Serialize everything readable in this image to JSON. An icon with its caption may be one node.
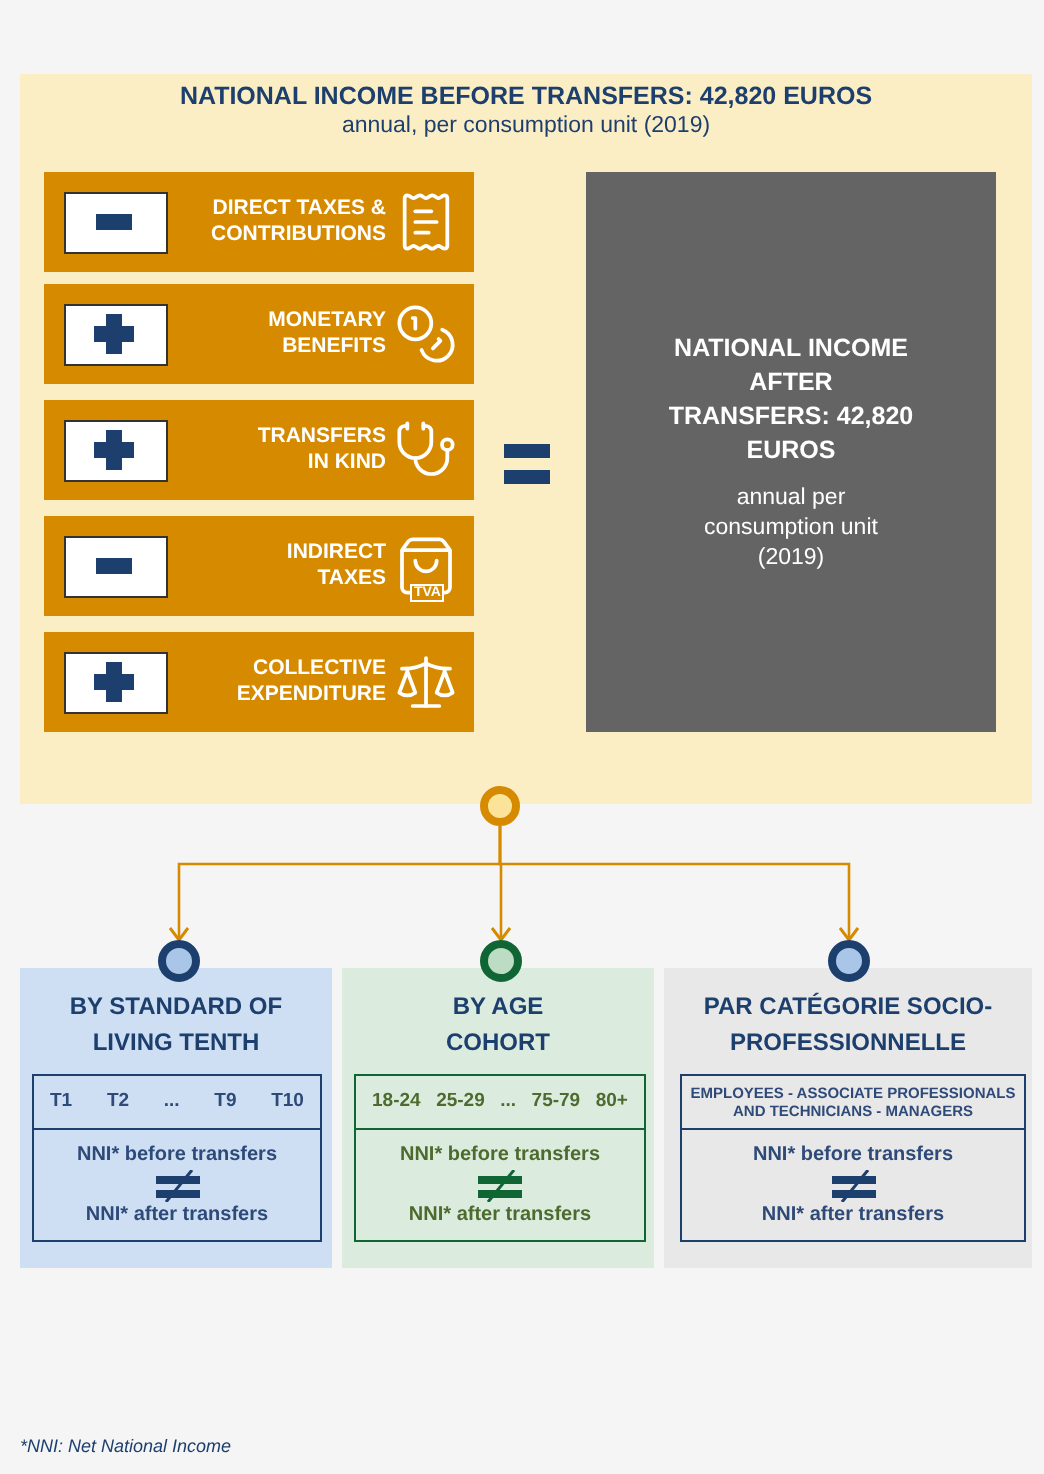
{
  "diagram": {
    "nodes": [
      {
        "text": [
          "NATIONAL INCOME BEFORE TRANSFERS: 42,820 EUROS",
          "annual, per consumption unit (2019)"
        ]
      },
      {
        "text": [
          "DIRECT TAXES & CONTRIBUTIONS"
        ],
        "in": 0
      },
      {
        "text": [
          "MONETARY BENEFITS"
        ],
        "in": 0
      },
      {
        "text": [
          "TRANSFERS IN KIND"
        ],
        "in": 0
      },
      {
        "text": [
          "INDIRECT TAXES"
        ],
        "in": 0
      },
      {
        "text": [
          "COLLECTIVE EXPENDITURE"
        ],
        "in": 0
      },
      {
        "text": [
          "NATIONAL INCOME AFTER TRANSFERS: 42,820 EUROS",
          "annual per consumption unit (2019)"
        ],
        "in": 0
      },
      {
        "text": [],
        "shape": "circle"
      },
      {
        "text": [],
        "shape": "circle"
      },
      {
        "text": [],
        "shape": "circle"
      },
      {
        "text": [],
        "shape": "circle"
      },
      {
        "text": [
          "BY STANDARD OF LIVING TENTH"
        ]
      },
      {
        "text": [
          "T1",
          "T2",
          "...",
          "T9",
          "T10"
        ],
        "in": 11
      },
      {
        "text": [
          "NNI* before transfers",
          "NNI* after transfers"
        ],
        "in": 11
      },
      {
        "text": [
          "BY AGE COHORT"
        ]
      },
      {
        "text": [
          "18-24",
          "25-29",
          "...",
          "75-79",
          "80+"
        ],
        "in": 14
      },
      {
        "text": [
          "NNI* before transfers",
          "NNI* after transfers"
        ],
        "in": 14
      },
      {
        "text": [
          "PAR CATÉGORIE SOCIO-PROFESSIONNELLE"
        ]
      },
      {
        "text": [
          "EMPLOYEES - ASSOCIATE PROFESSIONALS AND TECHNICIANS - MANAGERS"
        ],
        "in": 17
      },
      {
        "text": [
          "NNI* before transfers",
          "NNI* after transfers"
        ],
        "in": 17
      }
    ],
    "edges": [
      {
        "from": 7,
        "to": 8,
        "arrow": "to"
      },
      {
        "from": 7,
        "to": 9,
        "arrow": "to"
      },
      {
        "from": 7,
        "to": 10,
        "arrow": "to"
      }
    ],
    "labels": [
      "TVA",
      "*NNI: Net National Income"
    ]
  }
}
